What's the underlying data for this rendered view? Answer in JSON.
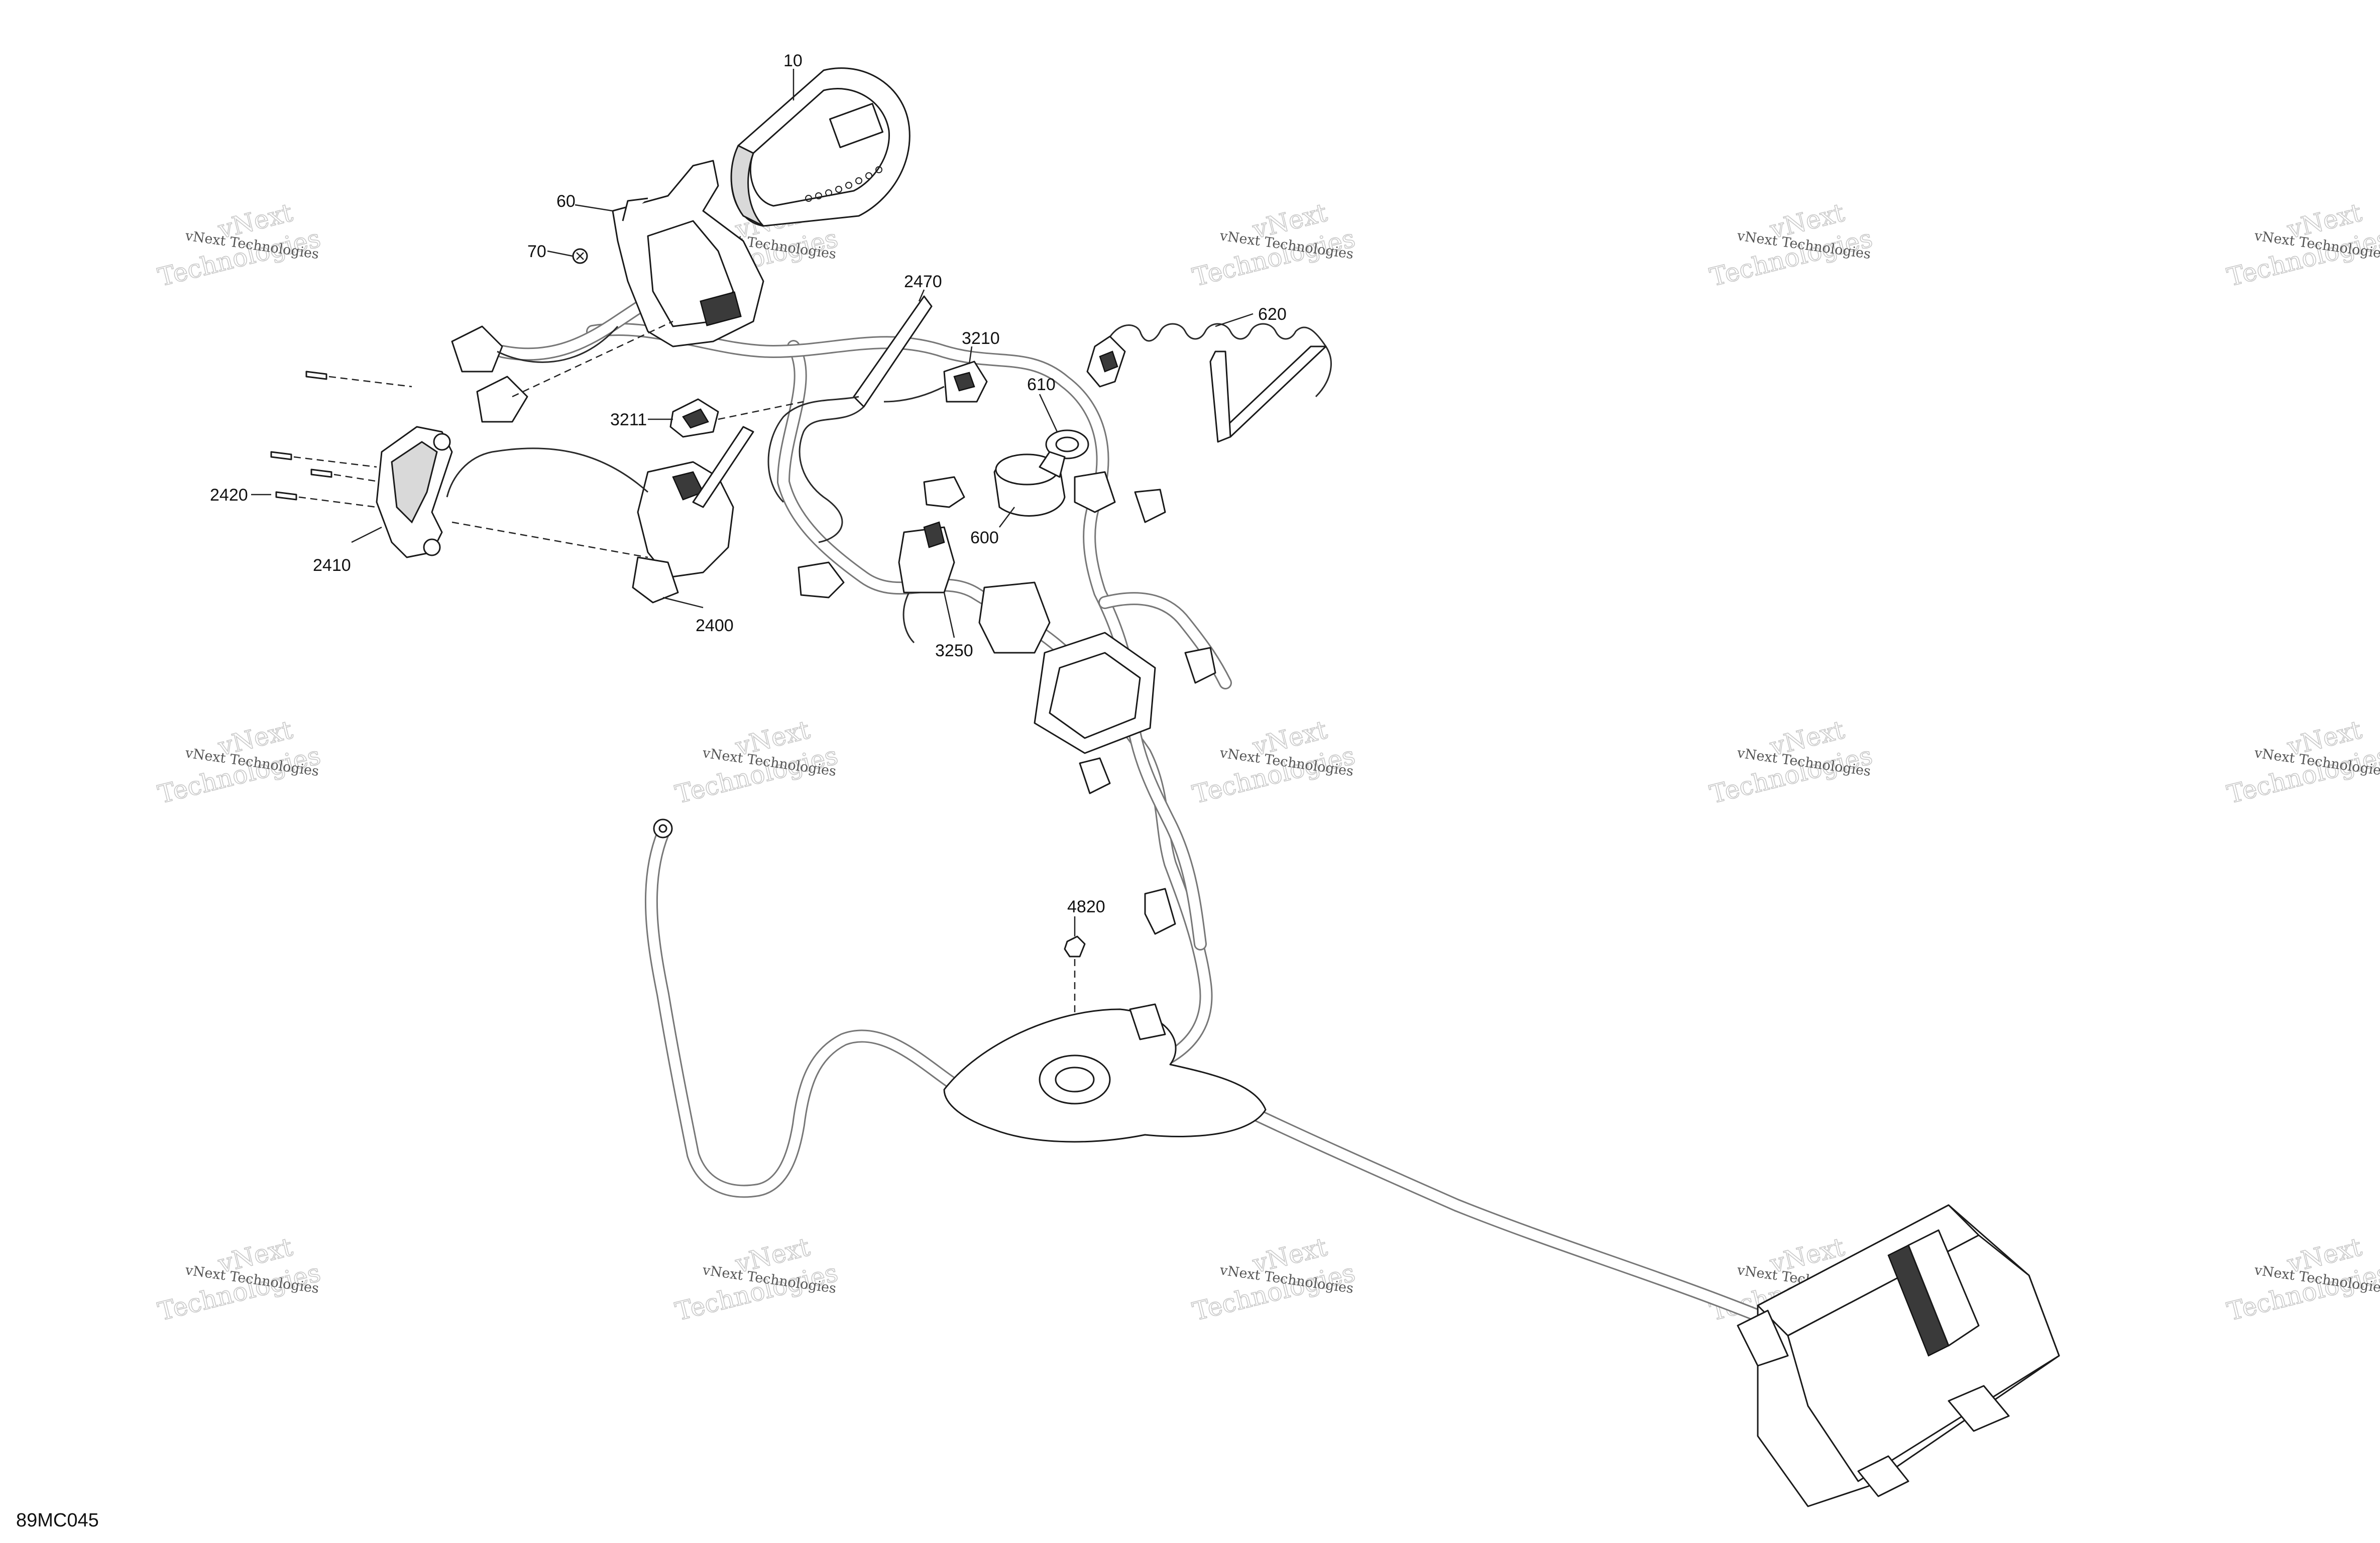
{
  "diagram_code": "89MC045",
  "callouts": [
    "10",
    "60",
    "70",
    "2470",
    "3210",
    "620",
    "610",
    "3211",
    "2420",
    "2410",
    "2400",
    "600",
    "3250",
    "4820"
  ],
  "watermark": [
    "vNext Technologies",
    "vNext",
    "Technologies"
  ]
}
